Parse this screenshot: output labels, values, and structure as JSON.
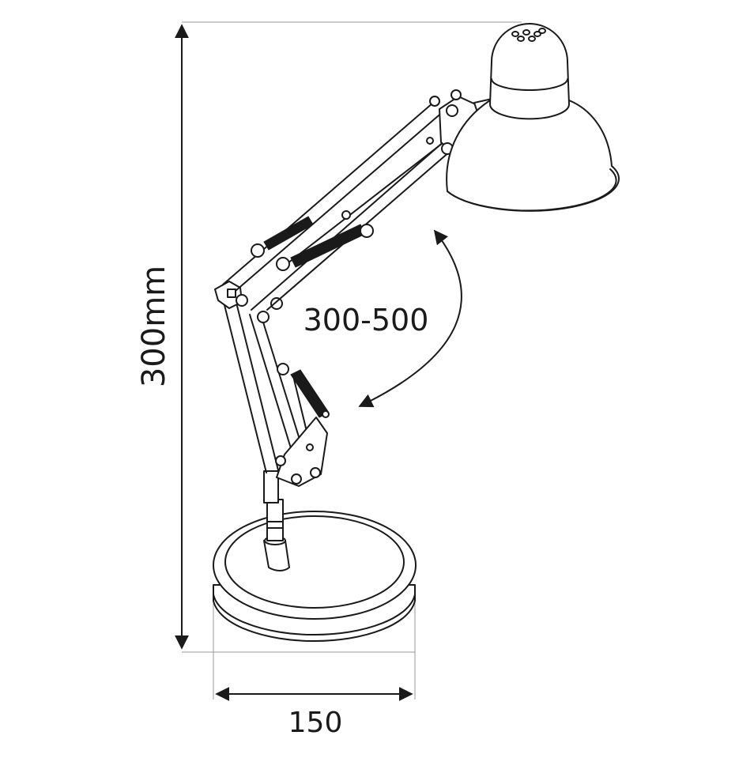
{
  "dimensions": {
    "height_label": "300mm",
    "width_label": "150",
    "angle_label": "300-500"
  }
}
